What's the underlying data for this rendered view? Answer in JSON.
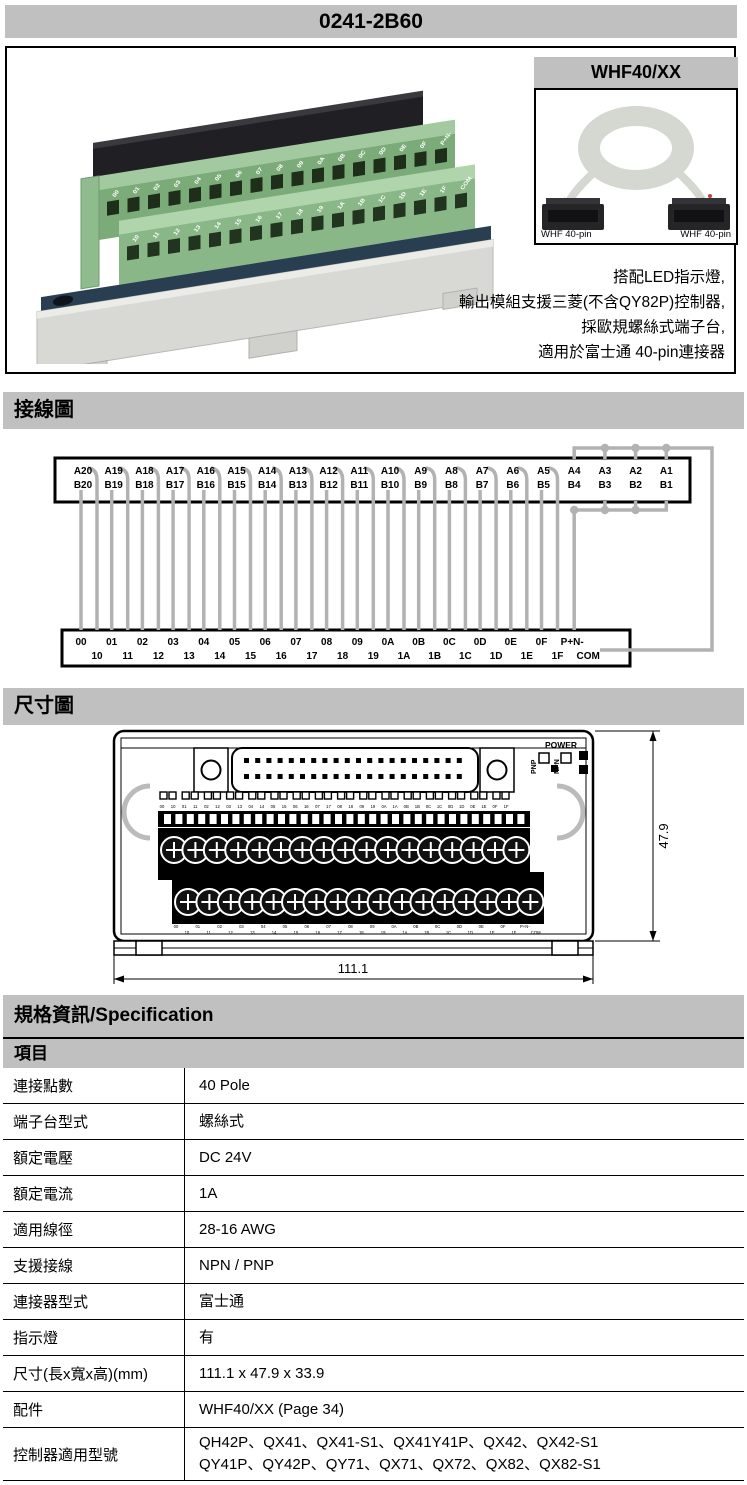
{
  "title": "0241-2B60",
  "photo": {
    "accessory_title": "WHF40/XX",
    "connector_label_left": "WHF 40-pin",
    "connector_label_right": "WHF 40-pin",
    "description_lines": [
      "搭配LED指示燈,",
      "輸出模組支援三菱(不含QY82P)控制器,",
      "採歐規螺絲式端子台,",
      "適用於富士通 40-pin連接器"
    ]
  },
  "section_headers": {
    "wiring": "接線圖",
    "dimensions": "尺寸圖",
    "specification": "規格資訊/Specification",
    "items": "項目"
  },
  "wiring_diagram": {
    "connector_row_a": [
      "A20",
      "A19",
      "A18",
      "A17",
      "A16",
      "A15",
      "A14",
      "A13",
      "A12",
      "A11",
      "A10",
      "A9",
      "A8",
      "A7",
      "A6",
      "A5",
      "A4",
      "A3",
      "A2",
      "A1"
    ],
    "connector_row_b": [
      "B20",
      "B19",
      "B18",
      "B17",
      "B16",
      "B15",
      "B14",
      "B13",
      "B12",
      "B11",
      "B10",
      "B9",
      "B8",
      "B7",
      "B6",
      "B5",
      "B4",
      "B3",
      "B2",
      "B1"
    ],
    "terminal_row_top": [
      "00",
      "01",
      "02",
      "03",
      "04",
      "05",
      "06",
      "07",
      "08",
      "09",
      "0A",
      "0B",
      "0C",
      "0D",
      "0E",
      "0F",
      "P+N-"
    ],
    "terminal_row_bottom": [
      "10",
      "11",
      "12",
      "13",
      "14",
      "15",
      "16",
      "17",
      "18",
      "19",
      "1A",
      "1B",
      "1C",
      "1D",
      "1E",
      "1F",
      "COM"
    ],
    "wire_color": "#b2b2b2"
  },
  "dimension_diagram": {
    "width_mm": "111.1",
    "height_mm": "47.9",
    "power_label": "POWER",
    "pnp_label": "PNP",
    "npn_label": "NPN"
  },
  "specification": {
    "rows": [
      {
        "label": "連接點數",
        "value": [
          "40 Pole"
        ]
      },
      {
        "label": "端子台型式",
        "value": [
          "螺絲式"
        ]
      },
      {
        "label": "額定電壓",
        "value": [
          "DC 24V"
        ]
      },
      {
        "label": "額定電流",
        "value": [
          "1A"
        ]
      },
      {
        "label": "適用線徑",
        "value": [
          "28-16 AWG"
        ]
      },
      {
        "label": "支援接線",
        "value": [
          "NPN / PNP"
        ]
      },
      {
        "label": "連接器型式",
        "value": [
          "富士通"
        ]
      },
      {
        "label": "指示燈",
        "value": [
          "有"
        ]
      },
      {
        "label": "尺寸(長x寬x高)(mm)",
        "value": [
          "111.1 x 47.9 x 33.9"
        ]
      },
      {
        "label": "配件",
        "value": [
          "WHF40/XX (Page 34)"
        ]
      },
      {
        "label": "控制器適用型號",
        "value": [
          "QH42P、QX41、QX41-S1、QX41Y41P、QX42、QX42-S1",
          "QY41P、QY42P、QY71、QX71、QX72、QX82、QX82-S1"
        ]
      }
    ]
  },
  "colors": {
    "header_bar": "#c0c0c0",
    "wire": "#b2b2b2",
    "terminal_green": "#7cab7a",
    "terminal_green_light": "#a3c9a0",
    "pcb_blue": "#2a3e52",
    "base_gray": "#d8d8d4",
    "connector_black": "#202024",
    "cable_gray": "#d4d8d0"
  }
}
